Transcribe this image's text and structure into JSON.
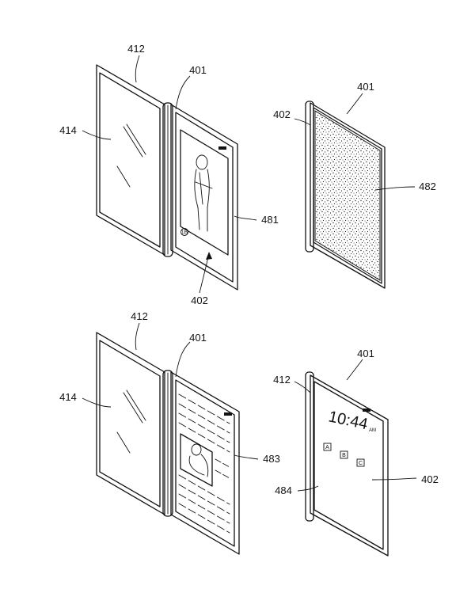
{
  "figures": {
    "top_left": {
      "labels": {
        "housing": "412",
        "front_display": "401",
        "rear_display": "414",
        "screen_content": "481",
        "side": "402"
      },
      "badge": "1B"
    },
    "top_right": {
      "labels": {
        "front": "401",
        "side": "402",
        "pattern_screen": "482"
      }
    },
    "bottom_left": {
      "labels": {
        "housing": "412",
        "front_display": "401",
        "rear_display": "414",
        "screen_content": "483"
      }
    },
    "bottom_right": {
      "labels": {
        "front": "401",
        "housing": "412",
        "lock_screen": "484",
        "side": "402"
      },
      "clock_time": "10:44",
      "clock_suffix": "AM",
      "keys": [
        "A",
        "B",
        "C"
      ]
    }
  }
}
